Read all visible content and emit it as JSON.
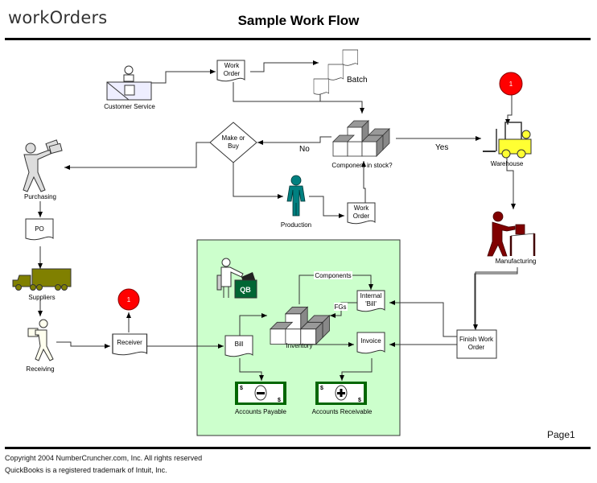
{
  "header": {
    "logo": "workOrders",
    "title": "Sample Work Flow"
  },
  "nodes": {
    "customer_service": "Customer Service",
    "work_order_top": [
      "Work",
      "Order"
    ],
    "batch": "Batch",
    "make_or_buy": [
      "Make or",
      "Buy"
    ],
    "no": "No",
    "yes": "Yes",
    "component_in_stock": "Component in stock?",
    "warehouse": "Warehouse",
    "production": "Production",
    "work_order_production": [
      "Work",
      "Order"
    ],
    "purchasing": "Purchasing",
    "po": "PO",
    "suppliers": "Suppliers",
    "receiving": "Receiving",
    "receiver": "Receiver",
    "connector_1": "1",
    "manufacturing": "Manufacturing",
    "finish_work_order": [
      "Finish Work",
      "Order"
    ],
    "components": "Components",
    "internal_bill": [
      "Internal",
      "'Bill'"
    ],
    "fgs": "FGs",
    "inventory": "Inventory",
    "bill": "Bill",
    "invoice": "Invoice",
    "accounts_payable": "Accounts Payable",
    "accounts_receivable": "Accounts Receivable",
    "qb_logo": "QB"
  },
  "colors": {
    "quickbooks_panel": "#ccffcc",
    "connector_red": "#ff0000",
    "forklift_yellow": "#ffff33",
    "production_teal": "#008080",
    "manufacturing_maroon": "#800000",
    "truck_olive": "#808000",
    "money_green": "#006600"
  },
  "footer": {
    "page": "Page1",
    "copyright": "Copyright 2004 NumberCruncher.com, Inc. All rights reserved",
    "trademark": "QuickBooks is a registered trademark of Intuit, Inc."
  }
}
